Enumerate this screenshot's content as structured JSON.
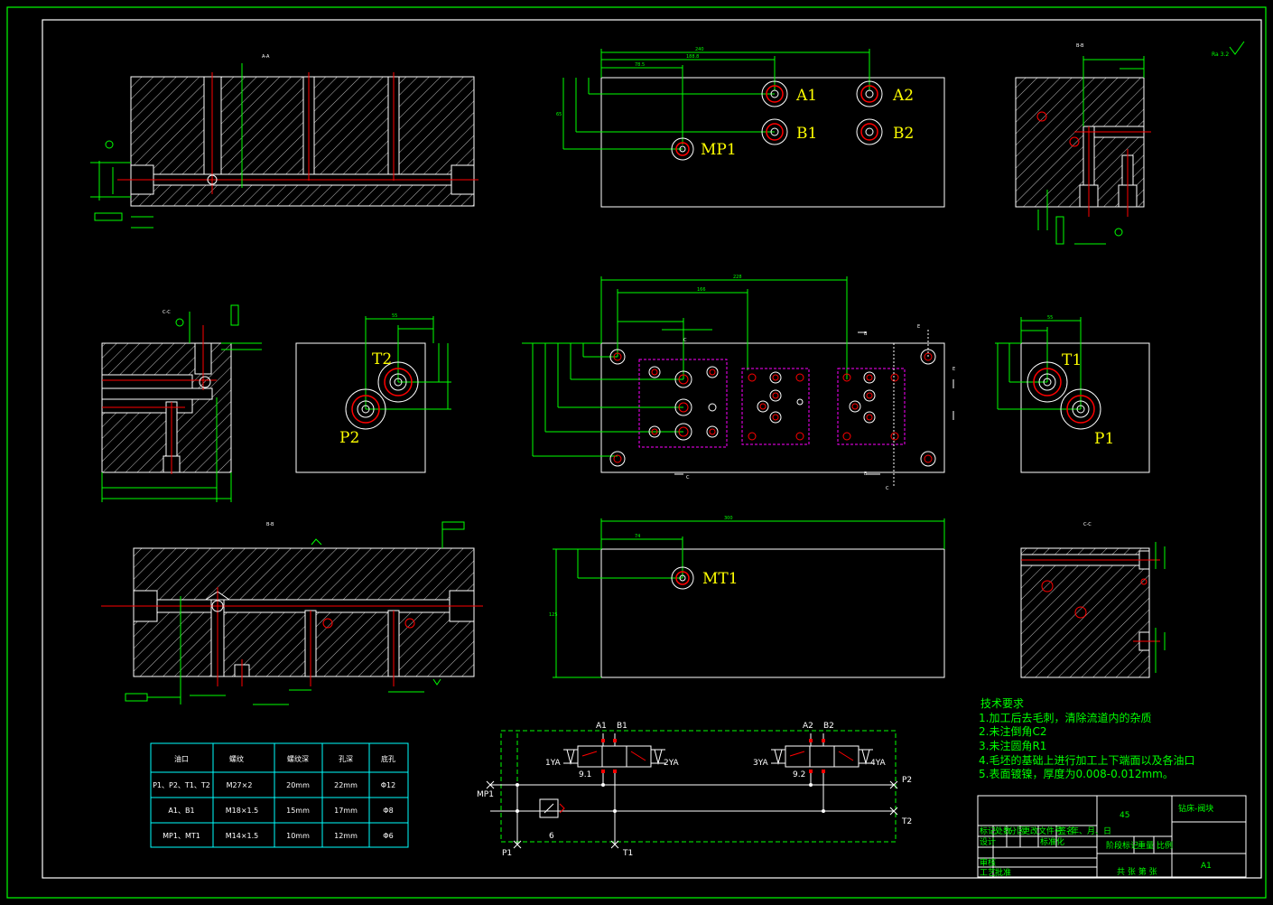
{
  "drawing": {
    "view_labels": {
      "aa": "A-A",
      "bb_top": "B-B",
      "cc_left": "C-C",
      "bb_bottom": "B-B",
      "cc_right": "C-C"
    },
    "port_labels": {
      "a1": "A1",
      "a2": "A2",
      "b1": "B1",
      "b2": "B2",
      "mp1": "MP1",
      "t2": "T2",
      "p2": "P2",
      "t1": "T1",
      "p1": "P1",
      "mt1": "MT1"
    },
    "dimensions": {
      "top_overall": "240",
      "top_mid": "188.8",
      "top_left": "78.5",
      "top_vertical": "65",
      "mid_overall": "228",
      "mid_mid": "166",
      "bottom_overall": "300",
      "bottom_left": "74",
      "bottom_vertical": "125",
      "t2_width": "55",
      "t1_width": "55"
    },
    "section_marks": {
      "c": "C",
      "b": "B",
      "e": "E"
    }
  },
  "schematic": {
    "a1": "A1",
    "b1": "B1",
    "a2": "A2",
    "b2": "B2",
    "valve1": "9.1",
    "valve2": "9.2",
    "sol_1ya": "1YA",
    "sol_2ya": "2YA",
    "sol_3ya": "3YA",
    "sol_4ya": "4YA",
    "mp1": "MP1",
    "p2": "P2",
    "t2": "T2",
    "p1": "P1",
    "t1": "T1",
    "relief": "6"
  },
  "port_table": {
    "headers": [
      "油口",
      "螺纹",
      "螺纹深",
      "孔深",
      "底孔"
    ],
    "rows": [
      [
        "P1、P2、T1、T2",
        "M27×2",
        "20mm",
        "22mm",
        "Φ12"
      ],
      [
        "A1、B1",
        "M18×1.5",
        "15mm",
        "17mm",
        "Φ8"
      ],
      [
        "MP1、MT1",
        "M14×1.5",
        "10mm",
        "12mm",
        "Φ6"
      ]
    ]
  },
  "tech_requirements": {
    "title": "技术要求",
    "items": [
      "1.加工后去毛刺，清除流道内的杂质",
      "2.未注倒角C2",
      "3.未注圆角R1",
      "4.毛坯的基础上进行加工上下端面以及各油口",
      "5.表面镀镍，厚度为0.008-0.012mm。"
    ]
  },
  "title_block": {
    "material": "45",
    "name": "钻床-阀块",
    "sheet": "A1",
    "row1": [
      "标记",
      "处数",
      "分区",
      "更改文件号",
      "签名",
      "年、月、日"
    ],
    "design": "设计",
    "standard": "标准化",
    "stage": "阶段标记",
    "weight": "重量",
    "scale": "比例",
    "review": "审核",
    "process": "工艺",
    "approve": "批准",
    "sheets": "共  张  第  张"
  },
  "roughness": "Ra 3.2",
  "colors": {
    "border": "#00ff00",
    "outline": "#ffffff",
    "hatch": "#cfcfcf",
    "port_label": "#ffff00",
    "hole": "#ff0000",
    "valve_outline": "#ff00ff",
    "table": "#00ffff"
  }
}
